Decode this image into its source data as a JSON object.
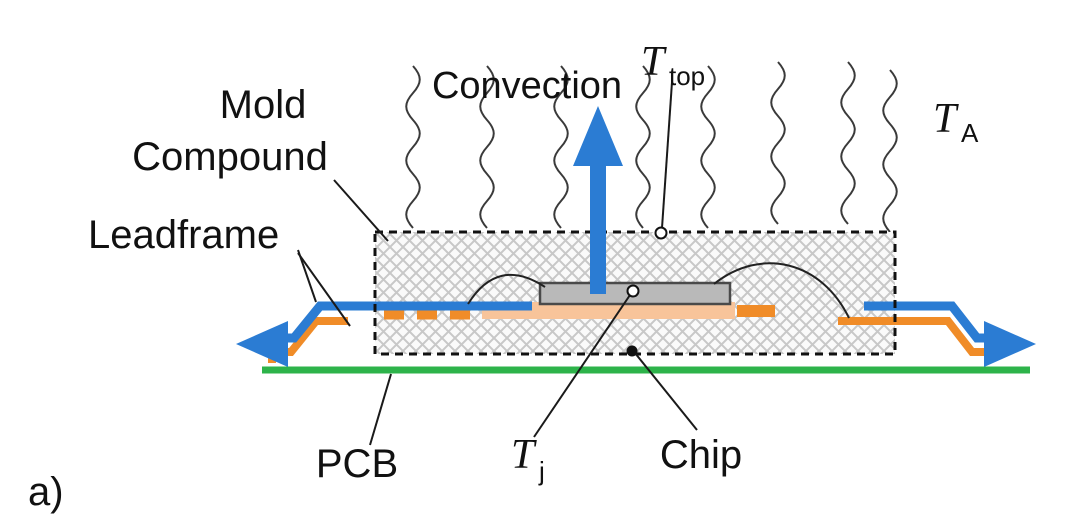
{
  "diagram": {
    "panel_label": "a)",
    "labels": {
      "mold_line1": "Mold",
      "mold_line2": "Compound",
      "leadframe": "Leadframe",
      "convection": "Convection",
      "pcb": "PCB",
      "chip": "Chip"
    },
    "symbols": {
      "t_top_base": "T",
      "t_top_sub": "top",
      "t_ambient_base": "T",
      "t_ambient_sub": "A",
      "t_junction_base": "T",
      "t_junction_sub": "j"
    },
    "colors": {
      "blue": "#2b7cd3",
      "orange": "#f08c28",
      "peach": "#f8c49a",
      "green": "#2db34a",
      "chip_gray": "#b9b9b9",
      "hatch_gray": "#c8c8c8"
    }
  }
}
